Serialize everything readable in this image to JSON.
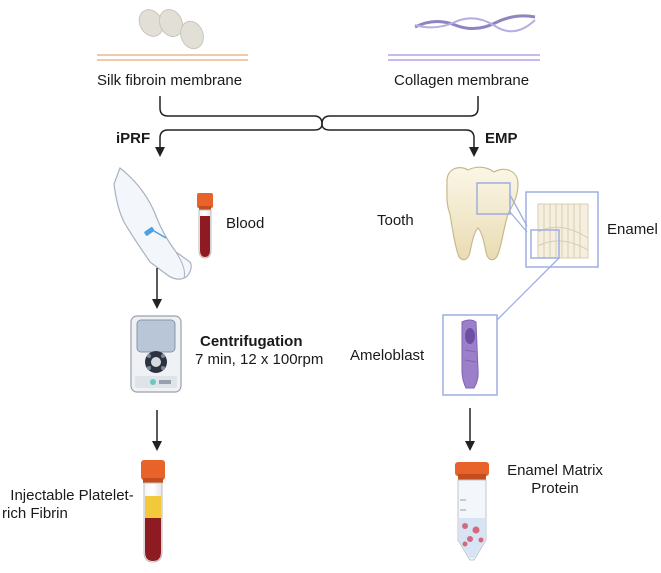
{
  "materials": {
    "silk_label": "Silk fibroin membrane",
    "collagen_label": "Collagen membrane"
  },
  "branches": {
    "left_title": "iPRF",
    "right_title": "EMP"
  },
  "left": {
    "blood_label": "Blood",
    "centrifugation_title": "Centrifugation",
    "centrifugation_params": "7 min, 12 x 100rpm",
    "product_line1": "Injectable Platelet-",
    "product_line2": "rich Fibrin"
  },
  "right": {
    "tooth_label": "Tooth",
    "enamel_label": "Enamel",
    "ameloblast_label": "Ameloblast",
    "product_line1": "Enamel Matrix",
    "product_line2": "Protein"
  },
  "colors": {
    "silk_line": "#f0c9a8",
    "collagen_line": "#cbb8ef",
    "blood": "#8e1b22",
    "cap_orange": "#e8632a",
    "yellow": "#f2c93a",
    "callout": "#9eaee0",
    "ameloblast": "#9b80c9"
  }
}
